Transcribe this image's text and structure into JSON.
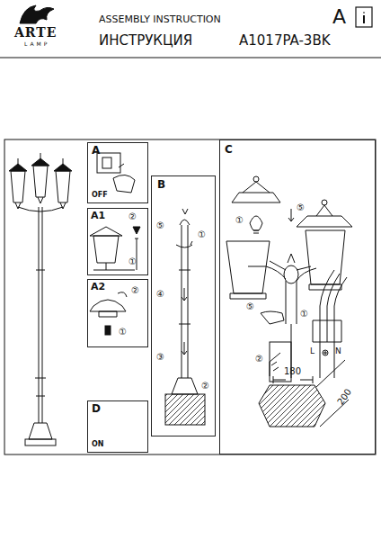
{
  "diagram": {
    "nodes": [
      {
        "text": [
          "A",
          "OFF"
        ]
      },
      {
        "text": [
          "A1"
        ]
      },
      {
        "text": [
          "A2"
        ]
      },
      {
        "text": [
          "B"
        ]
      },
      {
        "text": [
          "C"
        ]
      },
      {
        "text": [
          "D",
          "ON"
        ]
      }
    ],
    "labels": [
      "ARTE",
      "LAMP",
      "ASSEMBLY INSTRUCTION",
      "ИНСТРУКЦИЯ",
      "A1017PA-3BK",
      "A",
      "②",
      "①",
      "②",
      "①",
      "⑤",
      "①",
      "④",
      "③",
      "②",
      "⑤",
      "①",
      "⑤",
      "②",
      "①",
      "L",
      "N",
      "180",
      "200"
    ]
  }
}
